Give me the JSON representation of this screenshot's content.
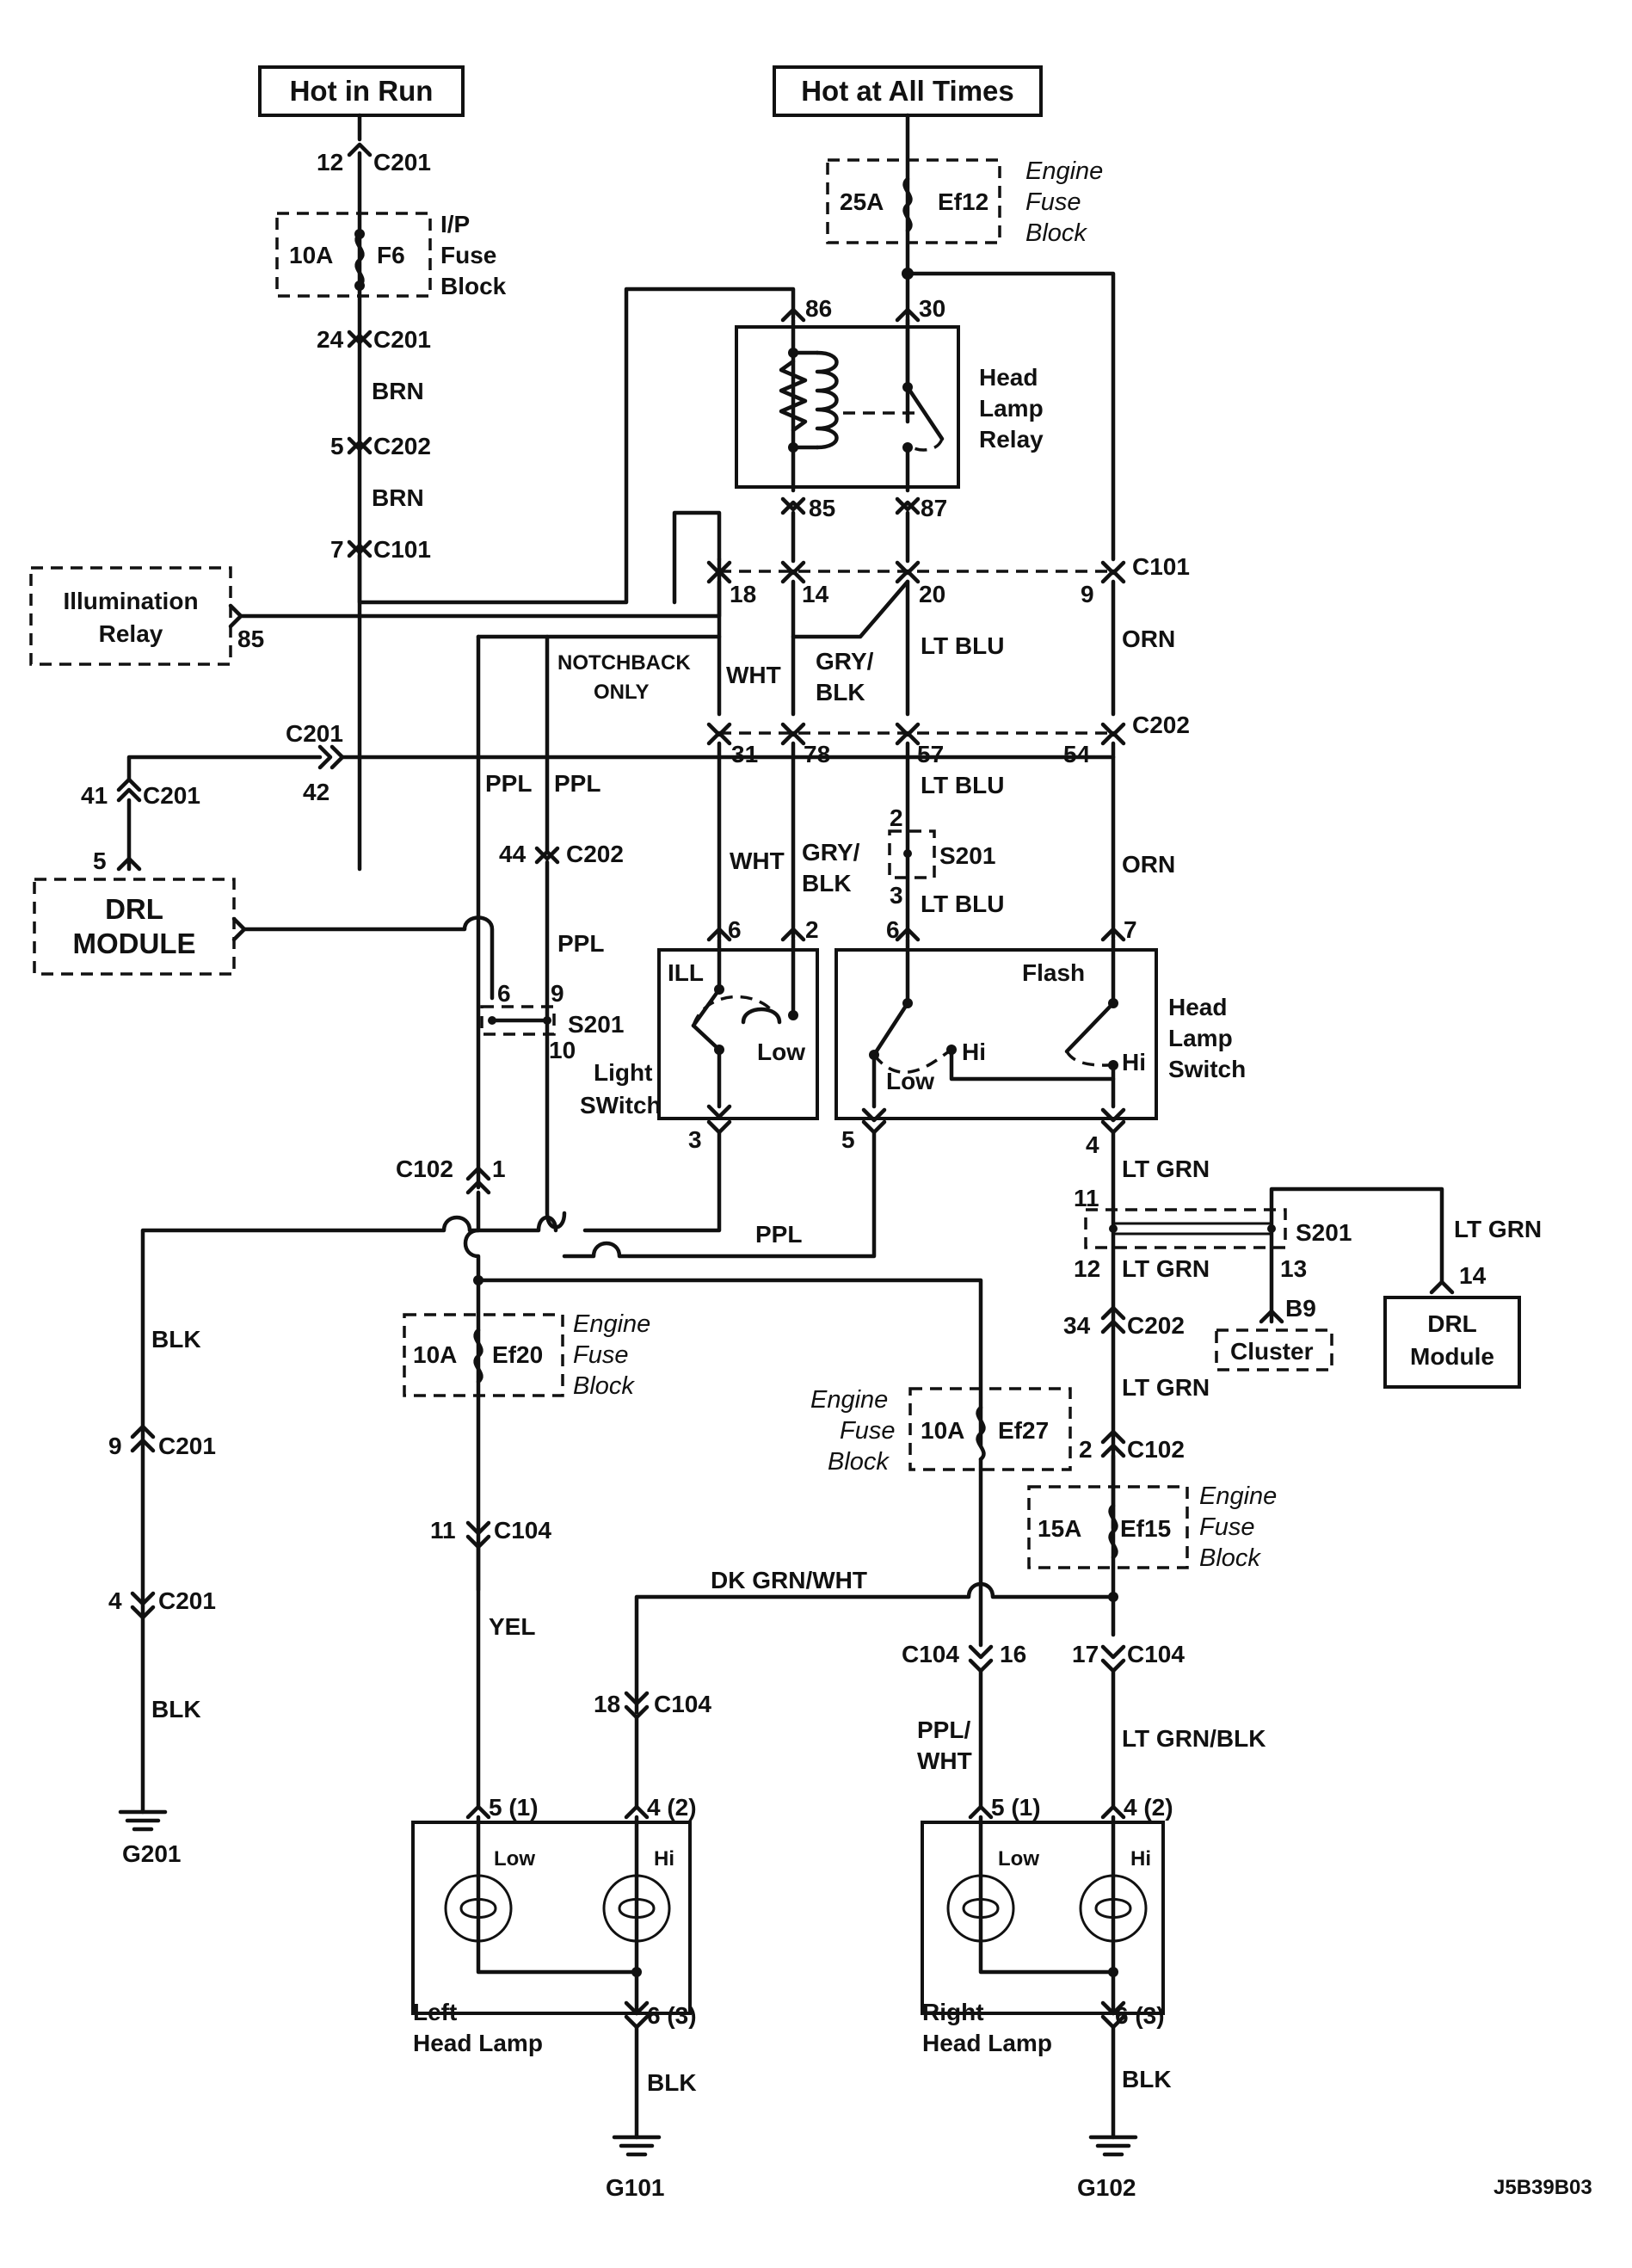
{
  "power": {
    "hot_in_run": "Hot in Run",
    "hot_all_times": "Hot at All Times"
  },
  "fuses": {
    "f6_amp": "10A",
    "f6_name": "F6",
    "f6_box_l1": "I/P",
    "f6_box_l2": "Fuse",
    "f6_box_l3": "Block",
    "ef12_amp": "25A",
    "ef12_name": "Ef12",
    "ef20_amp": "10A",
    "ef20_name": "Ef20",
    "ef27_amp": "10A",
    "ef27_name": "Ef27",
    "ef15_amp": "15A",
    "ef15_name": "Ef15",
    "engine": "Engine",
    "fuse": "Fuse",
    "block": "Block"
  },
  "relay": {
    "l1": "Head",
    "l2": "Lamp",
    "l3": "Relay",
    "pin86": "86",
    "pin30": "30",
    "pin85": "85",
    "pin87": "87"
  },
  "illum": {
    "l1": "Illumination",
    "l2": "Relay",
    "pin": "85"
  },
  "drl1": {
    "l1": "DRL",
    "l2": "MODULE",
    "pin": "5"
  },
  "drl2": {
    "l1": "DRL",
    "l2": "Module",
    "pin": "14"
  },
  "cluster": {
    "label": "Cluster",
    "pin": "B9"
  },
  "light_switch": {
    "l1": "Light",
    "l2": "SWitch",
    "ill": "ILL",
    "low": "Low",
    "p6": "6",
    "p2": "2",
    "p3": "3"
  },
  "headlamp_switch": {
    "l1": "Head",
    "l2": "Lamp",
    "l3": "Switch",
    "flash": "Flash",
    "hi": "Hi",
    "hi2": "Hi",
    "low": "Low",
    "p6": "6",
    "p7": "7",
    "p5": "5",
    "p4": "4"
  },
  "connectors": {
    "c201": "C201",
    "c202": "C202",
    "c101": "C101",
    "c102": "C102",
    "c104": "C104",
    "s201": "S201",
    "n12": "12",
    "n24": "24",
    "n5": "5",
    "n7": "7",
    "n18": "18",
    "n14": "14",
    "n20": "20",
    "n9": "9",
    "n31": "31",
    "n78": "78",
    "n57": "57",
    "n54": "54",
    "n41": "41",
    "n42": "42",
    "n44": "44",
    "n2": "2",
    "n3": "3",
    "s6": "6",
    "s9": "9",
    "s10": "10",
    "n1": "1",
    "n11": "11",
    "n12b": "12",
    "n13": "13",
    "n34": "34",
    "n2b": "2",
    "n9b": "9",
    "n4": "4",
    "n11b": "11",
    "n18b": "18",
    "n16": "16",
    "n17": "17"
  },
  "wires": {
    "brn": "BRN",
    "wht": "WHT",
    "gry": "GRY/",
    "blk_s": "BLK",
    "lt_blu": "LT BLU",
    "orn": "ORN",
    "ppl": "PPL",
    "notchback": "NOTCHBACK",
    "only": "ONLY",
    "lt_grn": "LT GRN",
    "blk": "BLK",
    "yel": "YEL",
    "dk_grn_wht": "DK GRN/WHT",
    "ppl_s": "PPL/",
    "wht_s": "WHT",
    "lt_grn_blk": "LT GRN/BLK"
  },
  "lamps": {
    "left_l1": "Left",
    "left_l2": "Head Lamp",
    "right_l1": "Right",
    "right_l2": "Head Lamp",
    "low": "Low",
    "hi": "Hi",
    "p5": "5 (1)",
    "p4": "4 (2)",
    "p6": "6 (3)"
  },
  "grounds": {
    "g201": "G201",
    "g101": "G101",
    "g102": "G102"
  },
  "code": "J5B39B03"
}
